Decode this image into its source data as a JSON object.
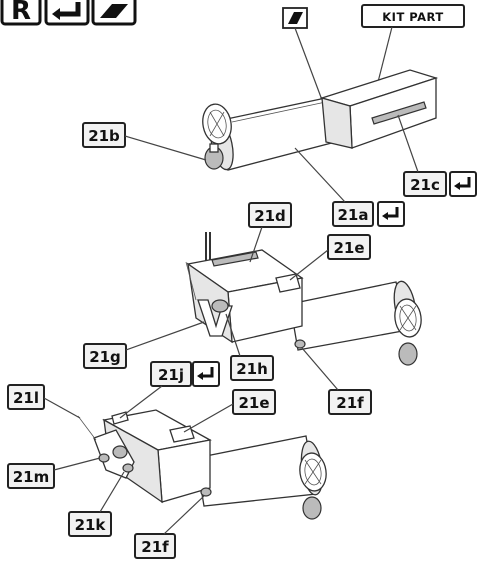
{
  "header_icons": [
    {
      "name": "decal-r-icon",
      "glyph": "R"
    },
    {
      "name": "reverse-side-icon",
      "glyph": ""
    },
    {
      "name": "paint-icon",
      "glyph": ""
    }
  ],
  "kit_part_label": "KIT PART",
  "callouts": {
    "c21b": "21b",
    "c21a": "21a",
    "c21c": "21c",
    "c21d": "21d",
    "c21e_top": "21e",
    "c21g": "21g",
    "c21h": "21h",
    "c21j": "21j",
    "c21f_mid": "21f",
    "c21e_bottom": "21e",
    "c21l": "21l",
    "c21m": "21m",
    "c21k": "21k",
    "c21f_bottom": "21f"
  },
  "colors": {
    "line": "#333333",
    "label_fill": "#f2f2f2",
    "shade": "#e6e6e6"
  }
}
